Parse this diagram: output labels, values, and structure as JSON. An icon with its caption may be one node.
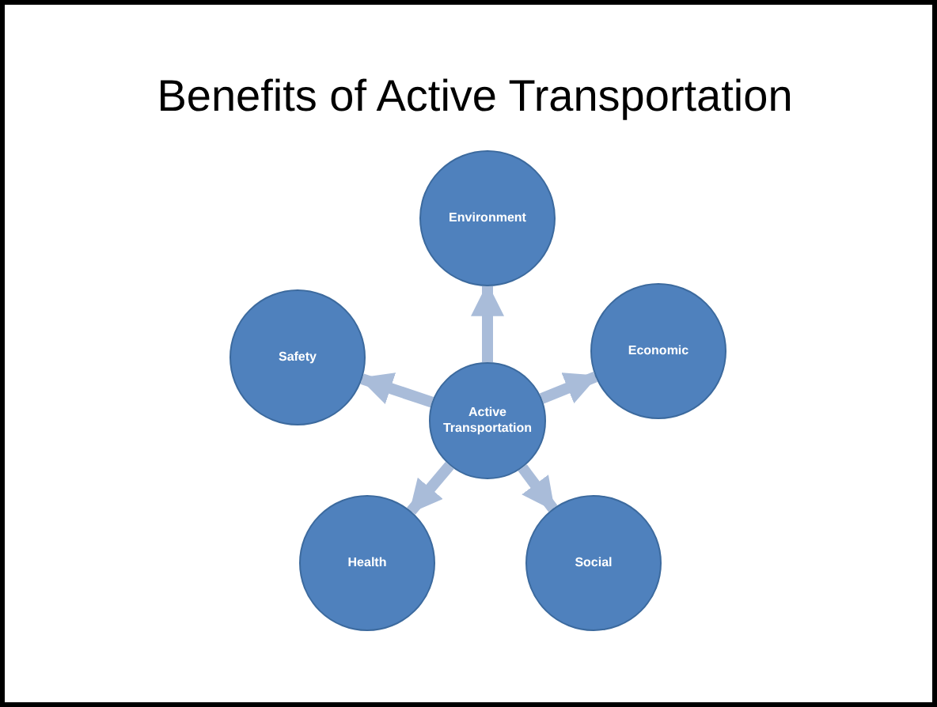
{
  "diagram": {
    "title": "Benefits of Active Transportation",
    "nodes": [
      {
        "text": [
          "Active Transportation"
        ]
      },
      {
        "text": [
          "Environment"
        ]
      },
      {
        "text": [
          "Economic"
        ]
      },
      {
        "text": [
          "Social"
        ]
      },
      {
        "text": [
          "Health"
        ]
      },
      {
        "text": [
          "Safety"
        ]
      }
    ],
    "edges": [
      {
        "from": 0,
        "to": 1,
        "arrow": "to"
      },
      {
        "from": 0,
        "to": 2,
        "arrow": "to"
      },
      {
        "from": 0,
        "to": 3,
        "arrow": "to"
      },
      {
        "from": 0,
        "to": 4,
        "arrow": "to"
      },
      {
        "from": 0,
        "to": 5,
        "arrow": "to"
      }
    ]
  }
}
